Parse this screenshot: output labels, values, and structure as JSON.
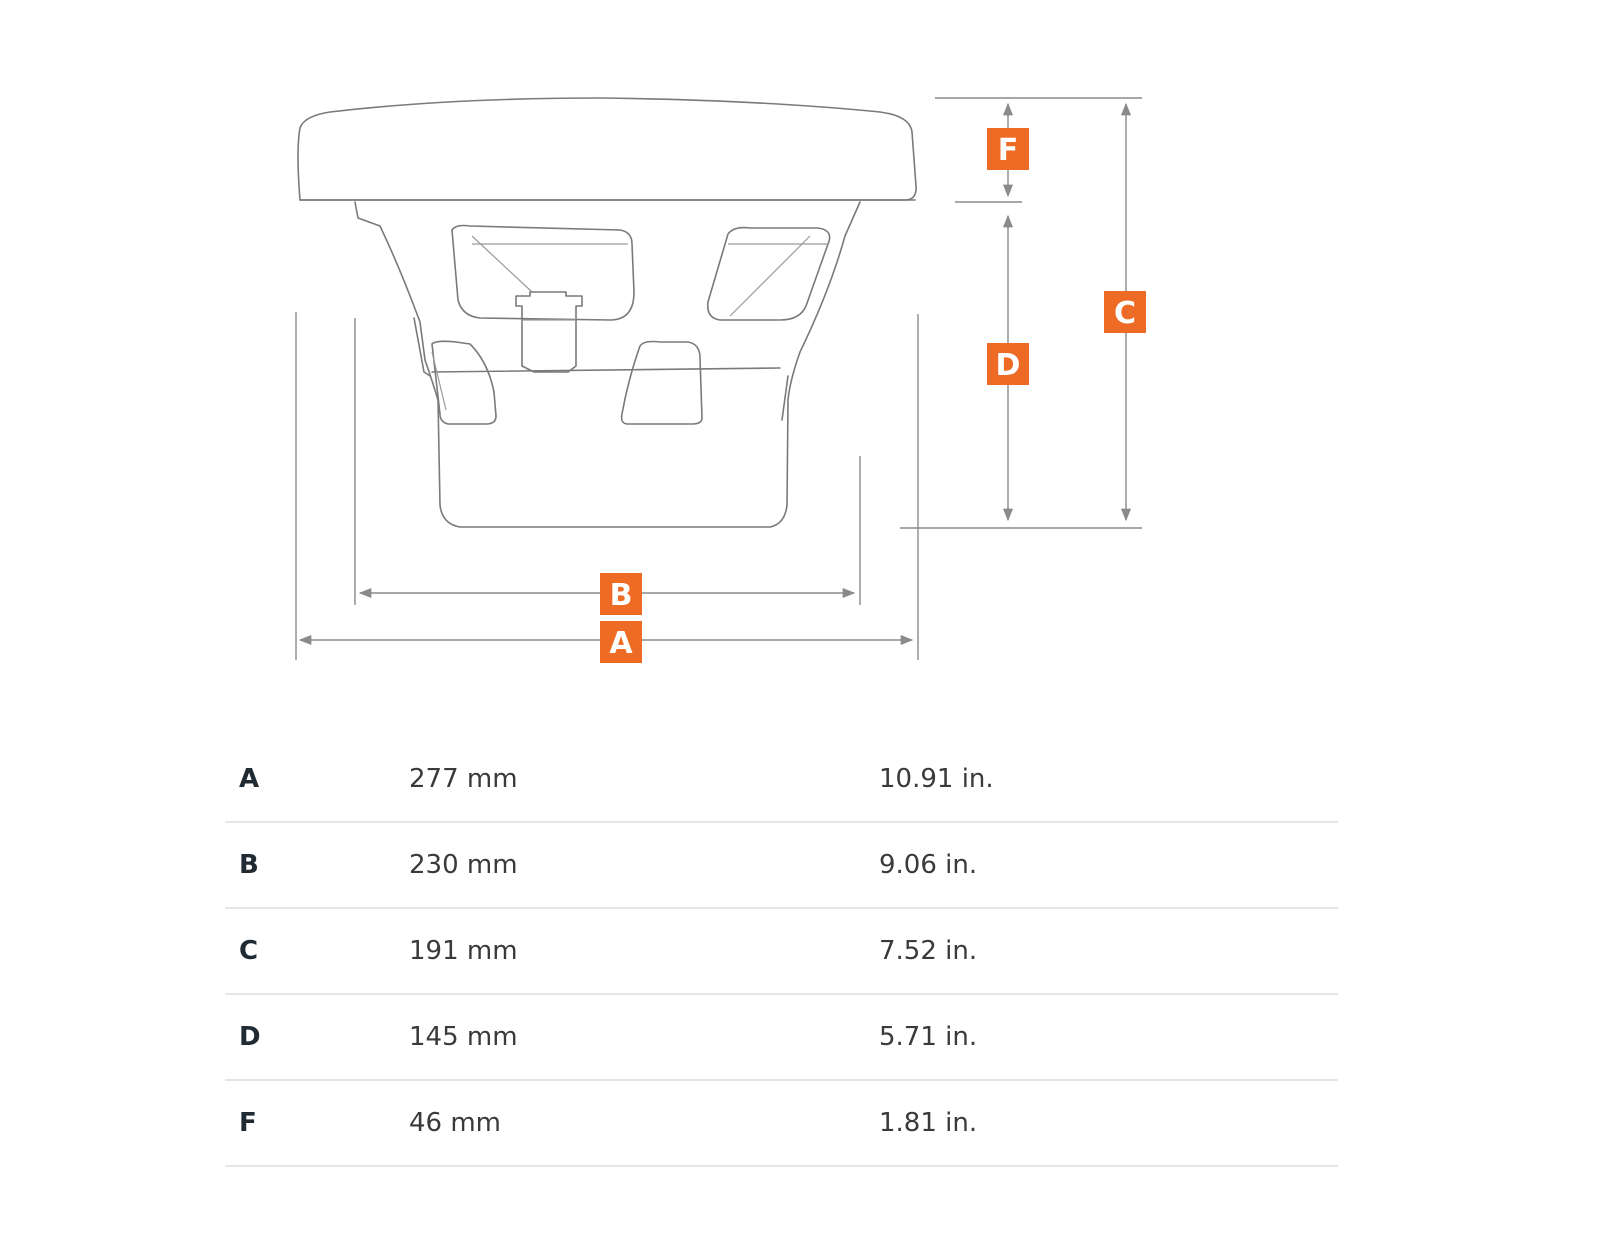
{
  "colors": {
    "accent": "#ee6b25",
    "line": "#8a8a8a",
    "row_divider": "#e3e6e8"
  },
  "labels": {
    "a": "A",
    "b": "B",
    "c": "C",
    "d": "D",
    "f": "F"
  },
  "dimensions": [
    {
      "key": "A",
      "mm": "277 mm",
      "in": "10.91 in."
    },
    {
      "key": "B",
      "mm": "230 mm",
      "in": "9.06 in."
    },
    {
      "key": "C",
      "mm": "191 mm",
      "in": "7.52 in."
    },
    {
      "key": "D",
      "mm": "145 mm",
      "in": "5.71 in."
    },
    {
      "key": "F",
      "mm": "46 mm",
      "in": "1.81 in."
    }
  ]
}
